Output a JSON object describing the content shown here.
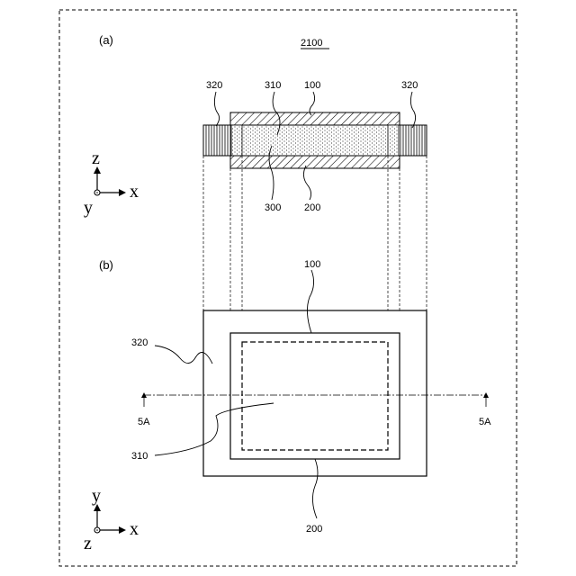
{
  "figure_number": "2100",
  "panel_a": {
    "label": "(a)",
    "labels": {
      "left_320": "320",
      "n310": "310",
      "n100": "100",
      "right_320": "320",
      "n300": "300",
      "n200": "200"
    },
    "axes": {
      "up": "z",
      "right": "x",
      "out": "y"
    }
  },
  "panel_b": {
    "label": "(b)",
    "labels": {
      "n100": "100",
      "n320": "320",
      "n310": "310",
      "n200": "200",
      "section_left": "5A",
      "section_right": "5A"
    },
    "axes": {
      "up": "y",
      "right": "x",
      "out": "z"
    }
  }
}
